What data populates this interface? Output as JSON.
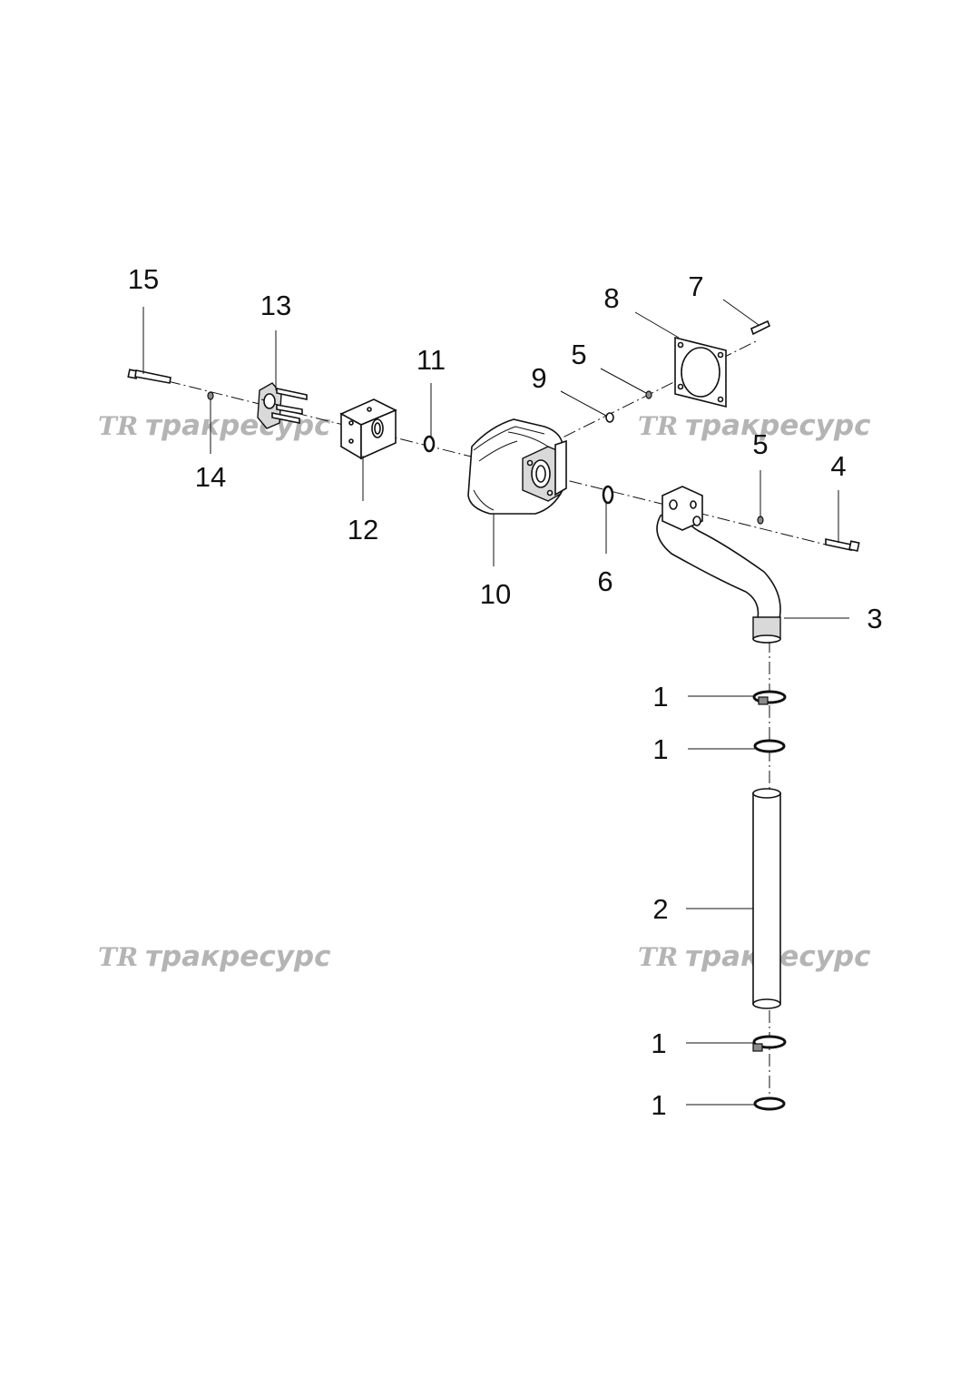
{
  "watermark": {
    "logo": "TR",
    "text": "тракресурс"
  },
  "callouts": {
    "c15": "15",
    "c13": "13",
    "c11": "11",
    "c8": "8",
    "c7": "7",
    "c5a": "5",
    "c9": "9",
    "c5b": "5",
    "c4": "4",
    "c14": "14",
    "c12": "12",
    "c10": "10",
    "c6": "6",
    "c3": "3",
    "c1a": "1",
    "c1b": "1",
    "c2": "2",
    "c1c": "1",
    "c1d": "1"
  }
}
